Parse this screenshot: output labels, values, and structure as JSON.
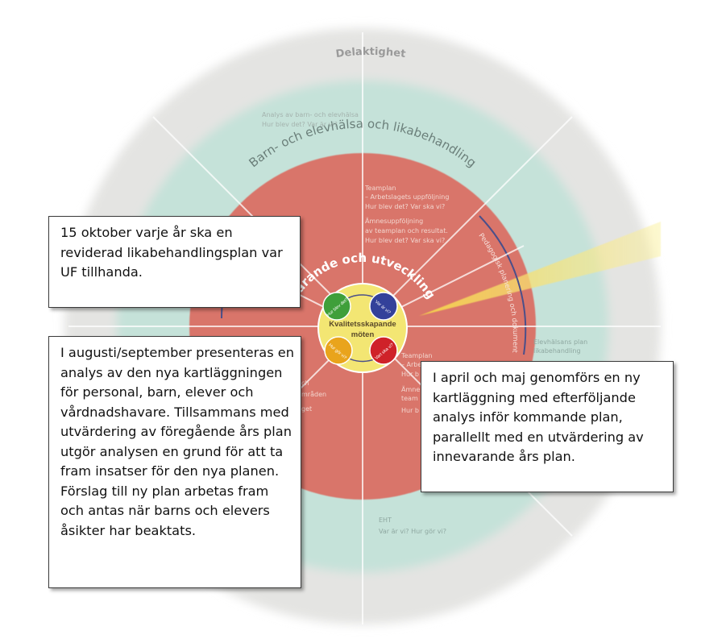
{
  "wheel": {
    "outer_ring_label": "Delaktighet",
    "middle_ring_label": "Barn- och elevhälsa och likabehandling",
    "inner_ring_label": "Lärande och utveckling",
    "center_label_line1": "Kvalitetsskapande",
    "center_label_line2": "möten",
    "outer_note_line1": "Analys av barn- och elevhälsa",
    "outer_note_line2": "Hur blev det? Var är vi?",
    "inner_note_1_line1": "Teamplan",
    "inner_note_1_line2": "– Arbetslagets uppföljning",
    "inner_note_1_line3": "Hur blev det? Var ska vi?",
    "inner_note_2_line1": "Ämnesuppföljning",
    "inner_note_2_line2": "av teamplan och resultat.",
    "inner_note_2_line3": "Hur blev det? Var ska vi?",
    "inner_note_3_line1": "Teamplan",
    "inner_note_3_line2": "– Arbe",
    "inner_note_3_line3": "Hur b",
    "inner_note_4_line1": "Ämne",
    "inner_note_4_line2": "team",
    "inner_note_4_line3": "Hur b",
    "right_arc_label": "Pedagogisk planering och dokumentation",
    "right_note_line1": "Elevhälsans plan",
    "right_note_line2": "likabehandling",
    "bottom_note_line1": "EHT",
    "bottom_note_line2": "Var är vi? Hur gör vi?",
    "left_fragment_1": "ch",
    "left_fragment_2": "mråden",
    "left_fragment_3": "get",
    "circle_green": "Hur blev det?",
    "circle_blue": "Var är vi?",
    "circle_orange": "Hur gör vi?",
    "circle_red": "Vart ska vi?"
  },
  "colors": {
    "outer_ring": "#e4e4e2",
    "middle_ring": "#c5e2d9",
    "inner_disc": "#d9756a",
    "center_disc": "#f3e673",
    "circle_green": "#3f9f3a",
    "circle_blue": "#33419a",
    "circle_orange": "#e9a41c",
    "circle_red": "#cf2229"
  },
  "callouts": {
    "october": "15 oktober varje år ska en reviderad likabehandlingsplan var UF tillhanda.",
    "august": "I augusti/september presenteras en analys av den nya kartläggningen för personal, barn, elever och vårdnadshavare. Tillsammans med utvärdering av föregående års plan utgör analysen en grund för att ta fram insatser för den nya planen. Förslag till ny plan arbetas fram och antas när barns och elevers åsikter har beaktats.",
    "april": "I april och maj genomförs en ny kartläggning med efterföljande analys inför kommande plan, parallellt med en utvärdering av innevarande års plan."
  }
}
